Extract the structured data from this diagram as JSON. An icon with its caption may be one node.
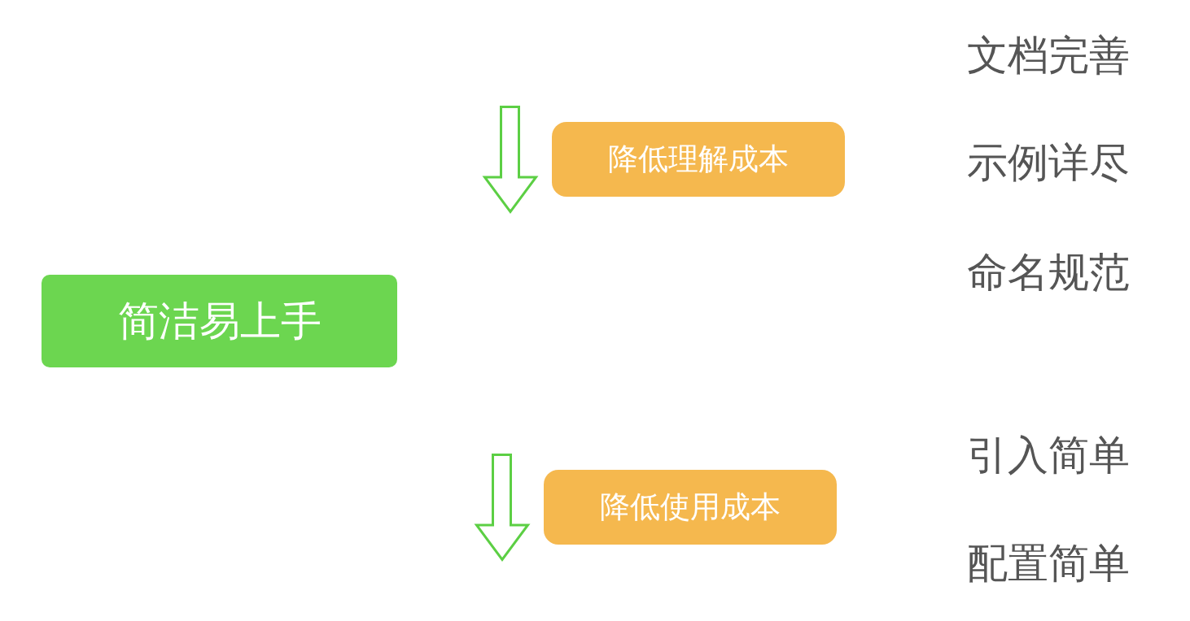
{
  "diagram": {
    "nodes": [
      {
        "text": [
          "简洁易上手"
        ]
      },
      {
        "text": [
          "降低理解成本"
        ]
      },
      {
        "text": [
          "降低使用成本"
        ]
      }
    ],
    "labels": [
      "文档完善",
      "示例详尽",
      "命名规范",
      "引入简单",
      "配置简单"
    ]
  }
}
